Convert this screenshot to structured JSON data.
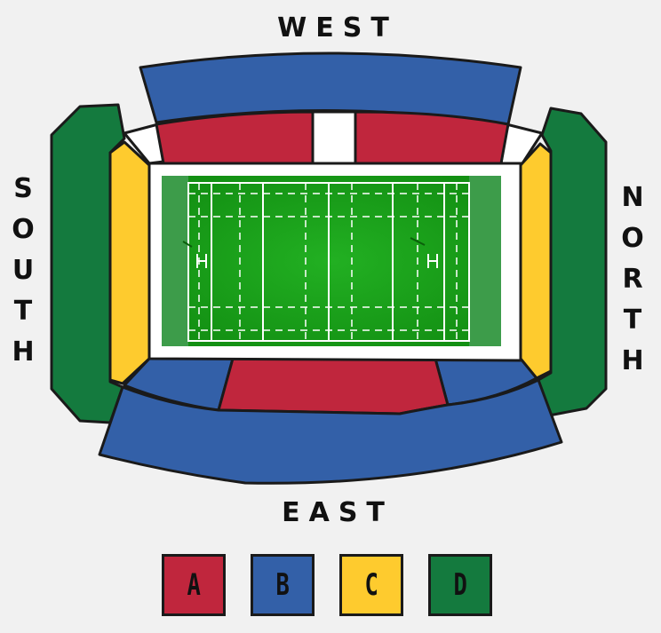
{
  "directions": {
    "west": "WEST",
    "east": "EAST",
    "south": [
      "S",
      "O",
      "U",
      "T",
      "H"
    ],
    "north": [
      "N",
      "O",
      "R",
      "T",
      "H"
    ]
  },
  "legend": [
    {
      "letter": "A",
      "color": "#c0263d"
    },
    {
      "letter": "B",
      "color": "#3360a8"
    },
    {
      "letter": "C",
      "color": "#fecb2e"
    },
    {
      "letter": "D",
      "color": "#147a3e"
    }
  ],
  "colors": {
    "section_a": "#c0263d",
    "section_b": "#3360a8",
    "section_c": "#fecb2e",
    "section_d": "#147a3e",
    "pitch": "#1d9c1d",
    "outline": "#1a1a1a"
  }
}
